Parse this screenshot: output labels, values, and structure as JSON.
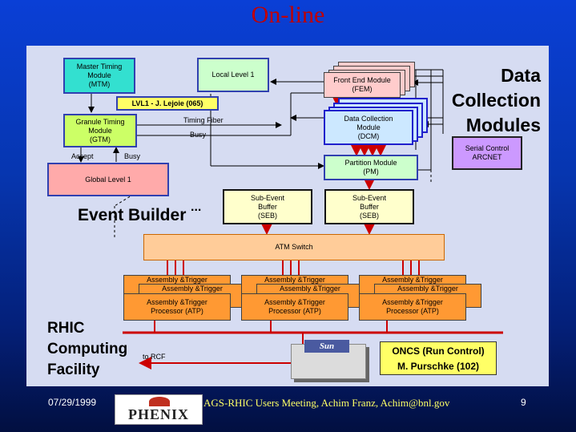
{
  "title": "On-line",
  "nodes": {
    "mtm": "Master Timing\nModule\n(MTM)",
    "local_level1": "Local Level 1",
    "lvl1": "LVL1 - J. Lejoie (065)",
    "gtm": "Granule Timing\nModule\n(GTM)",
    "global_level1": "Global Level 1",
    "fem": "Front End Module\n(FEM)",
    "dcm": "Data Collection\nModule\n(DCM)",
    "pm": "Partition Module\n(PM)",
    "seb1": "Sub-Event\nBuffer\n(SEB)",
    "seb2": "Sub-Event\nBuffer\n(SEB)",
    "atm_switch": "ATM Switch",
    "serial_control": "Serial Control\nARCNET",
    "atp_stack_label_1": "Assembly &Trigger",
    "atp": "Assembly &Trigger\nProcessor (ATP)",
    "sun": "Sun",
    "oncs": "ONCS (Run Control)",
    "oncs_person": "M. Purschke (102)"
  },
  "labels": {
    "data_collection_modules": "Data\nCollection\nModules",
    "event_builder": "Event Builder",
    "dots": "...",
    "rhic_facility": "RHIC\nComputing\nFacility",
    "timing_fiber": "Timing Fiber",
    "busy_right": "Busy",
    "accept": "Accept",
    "busy": "Busy",
    "to_rcf": "to RCF"
  },
  "footer": {
    "date": "07/29/1999",
    "logo": "PHENIX",
    "meeting": "AGS-RHIC Users Meeting, Achim Franz, Achim@bnl.gov",
    "page": "9"
  },
  "colors": {
    "background": "#0636b0",
    "panel": "#d6dcf2",
    "title": "#c00000",
    "mtm": "#33e0d0",
    "local_level1": "#ccffcc",
    "lvl1": "#ffff66",
    "gtm": "#ccff66",
    "global_level1": "#ffaaaa",
    "fem": "#ffcccc",
    "dcm": "#cce8ff",
    "pm": "#ccffcc",
    "seb": "#ffffcc",
    "atm_switch": "#ffcc99",
    "atp": "#ff9933",
    "serial_control": "#cc99ff",
    "oncs": "#ffff66",
    "lines": "#cc0000",
    "footer_meeting": "#ffff66"
  }
}
